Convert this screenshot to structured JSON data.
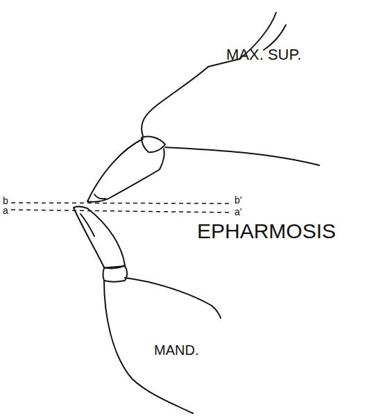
{
  "diagram": {
    "labels": [
      "MAX. SUP.",
      "b",
      "a",
      "b'",
      "a'",
      "EPHARMOSIS",
      "MAND."
    ]
  }
}
